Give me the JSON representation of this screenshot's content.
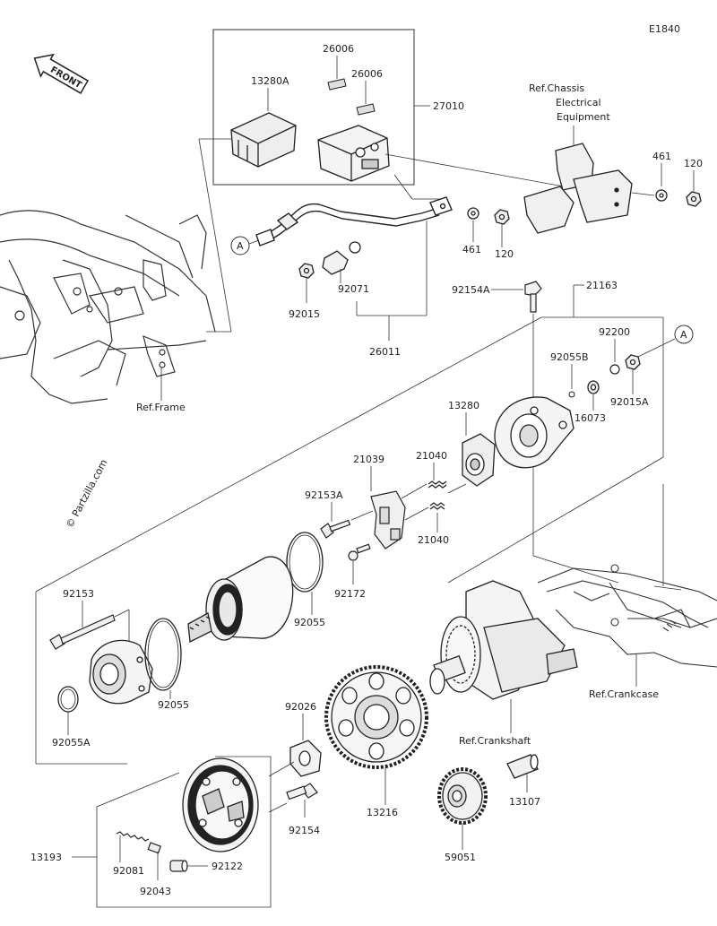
{
  "diagram_code": "E1840",
  "front_label": "FRONT",
  "watermark": "© Partzilla.com",
  "callout_a": "A",
  "refs": {
    "chassis_1": "Ref.Chassis",
    "chassis_2": "Electrical",
    "chassis_3": "Equipment",
    "frame": "Ref.Frame",
    "crankcase": "Ref.Crankcase",
    "crankshaft": "Ref.Crankshaft"
  },
  "parts": {
    "p26006a": "26006",
    "p26006b": "26006",
    "p13280A": "13280A",
    "p27010": "27010",
    "p461a": "461",
    "p120a": "120",
    "p461b": "461",
    "p120b": "120",
    "p92015": "92015",
    "p92071": "92071",
    "p26011": "26011",
    "p92154A": "92154A",
    "p21163": "21163",
    "p92200": "92200",
    "p92055B": "92055B",
    "p16073": "16073",
    "p92015A": "92015A",
    "p13280": "13280",
    "p21039": "21039",
    "p21040a": "21040",
    "p21040b": "21040",
    "p92153A": "92153A",
    "p92172": "92172",
    "p92153": "92153",
    "p92055a": "92055",
    "p92055b": "92055",
    "p92055A": "92055A",
    "p92026": "92026",
    "p13216": "13216",
    "p92154": "92154",
    "p13193": "13193",
    "p92081": "92081",
    "p92122": "92122",
    "p92043": "92043",
    "p59051": "59051",
    "p13107": "13107"
  }
}
